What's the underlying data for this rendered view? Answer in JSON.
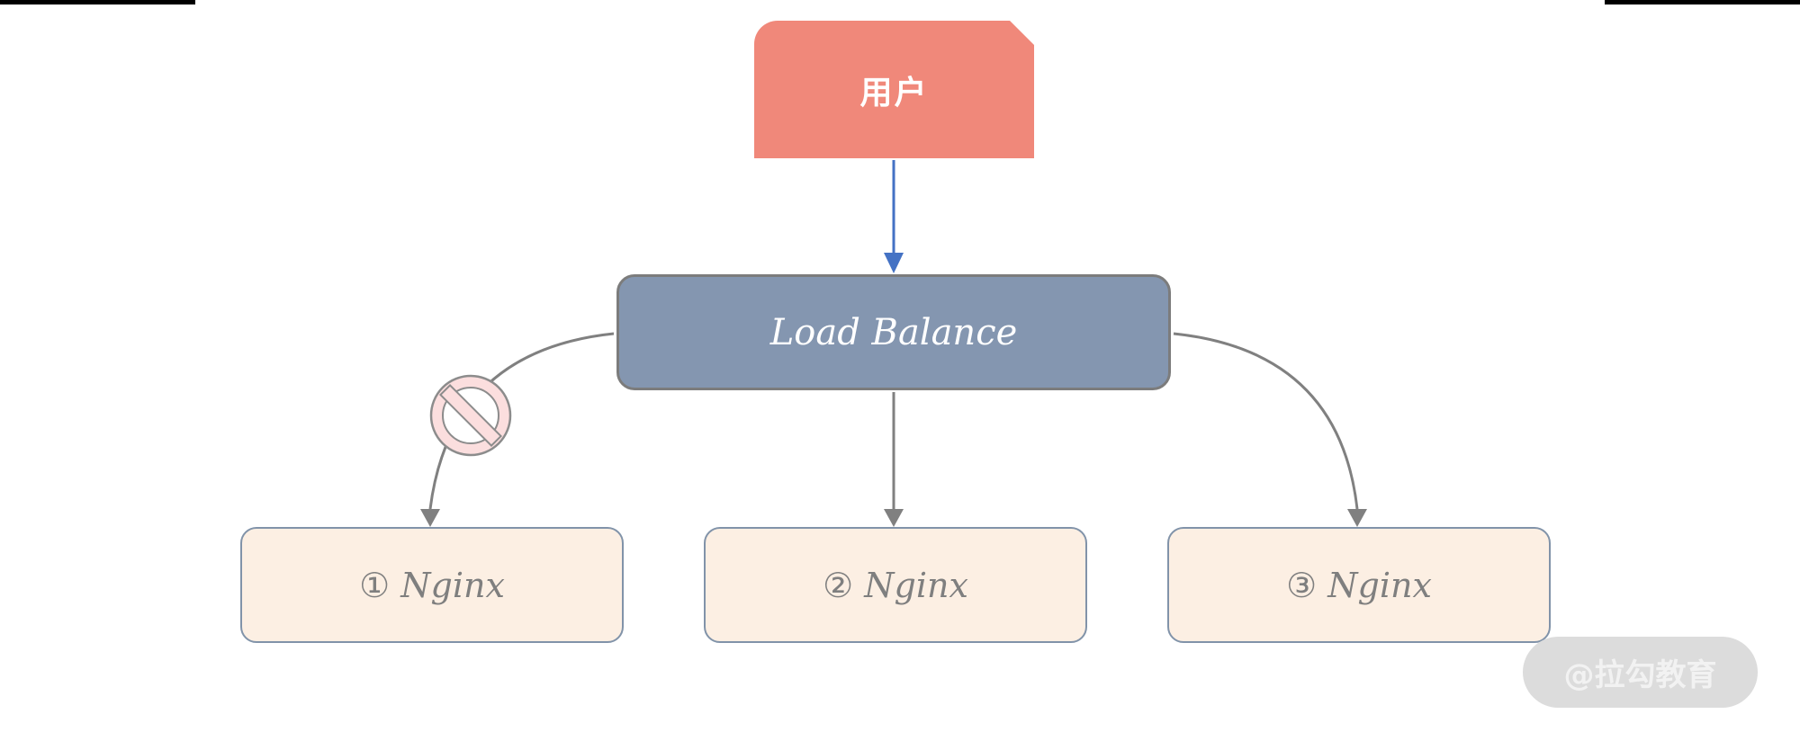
{
  "diagram": {
    "type": "flow-diagram",
    "background": "#FFFFFF",
    "decor": {
      "top_left_bar_color": "#000000",
      "top_right_bar_color": "#000000"
    }
  },
  "nodes": {
    "user": {
      "label": "用户",
      "shape": "round-top-left-snip-top-right-rectangle",
      "fill": "#F0887A",
      "text_color": "#FFFFFF"
    },
    "load_balancer": {
      "label": "Load Balance",
      "shape": "rounded-rectangle",
      "fill": "#8496B0",
      "border_color": "#7C7C7C",
      "text_color": "#FFFFFF"
    },
    "nginx": [
      {
        "label": "① Nginx"
      },
      {
        "label": "② Nginx"
      },
      {
        "label": "③ Nginx"
      }
    ],
    "nginx_style": {
      "fill": "#FCEFE3",
      "border_color": "#8193A9",
      "text_color": "#7F7F7F"
    }
  },
  "connectors": {
    "user_to_lb": {
      "from": "user",
      "to": "load_balancer",
      "style": "straight",
      "color": "#4472C4"
    },
    "lb_to_nginx1": {
      "from": "load_balancer",
      "to": "nginx-1",
      "style": "curved",
      "color": "#808080",
      "blocked": true
    },
    "lb_to_nginx2": {
      "from": "load_balancer",
      "to": "nginx-2",
      "style": "straight",
      "color": "#808080",
      "blocked": false
    },
    "lb_to_nginx3": {
      "from": "load_balancer",
      "to": "nginx-3",
      "style": "curved",
      "color": "#808080",
      "blocked": false
    }
  },
  "icons": {
    "prohibited": {
      "fill": "#FBDEDE",
      "stroke": "#8C8C8C",
      "inner_fill": "#FFFFFF"
    }
  },
  "watermark": {
    "label": "@拉勾教育",
    "bg": "#DCDCDC",
    "text_color": "#F2F2F2"
  }
}
